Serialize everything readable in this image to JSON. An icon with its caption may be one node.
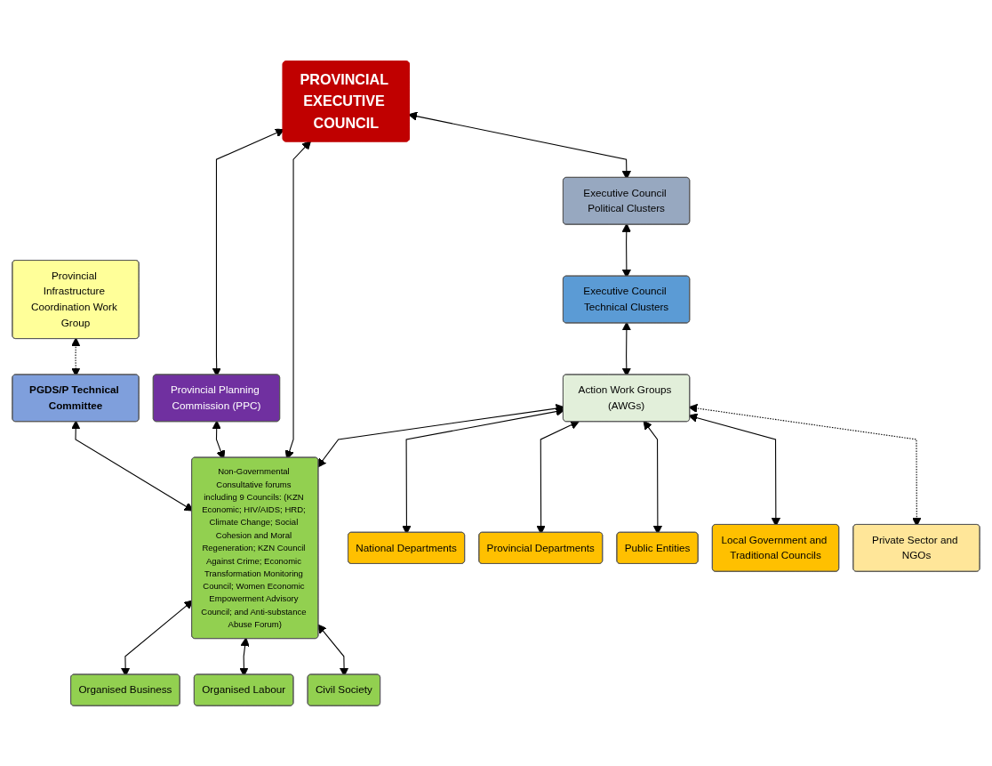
{
  "diagram": {
    "nodes": [
      {
        "text": [
          "PROVINCIAL EXECUTIVE COUNCIL"
        ]
      },
      {
        "text": [
          "Executive Council Political Clusters"
        ]
      },
      {
        "text": [
          "Executive Council Technical Clusters"
        ]
      },
      {
        "text": [
          "Provincial Planning Commission (PPC)"
        ]
      },
      {
        "text": [
          "Provincial Infrastructure Coordination Work Group"
        ]
      },
      {
        "text": [
          "PGDS/P Technical Committee"
        ]
      },
      {
        "text": [
          "Non-Governmental Consultative forums including 9 Councils: (KZN Economic; HIV/AIDS; HRD; Climate Change; Social Cohesion and Moral Regeneration; KZN Council Against Crime; Economic Transformation Monitoring Council; Women Economic Empowerment Advisory Council; and Anti-substance Abuse Forum)"
        ]
      },
      {
        "text": [
          "Action Work Groups (AWGs)"
        ]
      },
      {
        "text": [
          "National Departments"
        ]
      },
      {
        "text": [
          "Provincial Departments"
        ]
      },
      {
        "text": [
          "Public Entities"
        ]
      },
      {
        "text": [
          "Local Government and Traditional Councils"
        ]
      },
      {
        "text": [
          "Private Sector and NGOs"
        ]
      },
      {
        "text": [
          "Organised Business"
        ]
      },
      {
        "text": [
          "Organised Labour"
        ]
      },
      {
        "text": [
          "Civil Society"
        ]
      }
    ],
    "edges": [
      {
        "from": 0,
        "to": 1,
        "arrow": "both"
      },
      {
        "from": 1,
        "to": 2,
        "arrow": "both"
      },
      {
        "from": 2,
        "to": 7,
        "arrow": "both"
      },
      {
        "from": 4,
        "to": 5,
        "arrow": "both",
        "style": "dashed"
      },
      {
        "from": 5,
        "to": 6,
        "arrow": "both"
      },
      {
        "from": 0,
        "to": 3,
        "arrow": "both"
      },
      {
        "from": 3,
        "to": 6,
        "arrow": "both"
      },
      {
        "from": 0,
        "to": 6,
        "arrow": "both"
      },
      {
        "from": 7,
        "to": 6,
        "arrow": "both"
      },
      {
        "from": 7,
        "to": 8,
        "arrow": "both"
      },
      {
        "from": 7,
        "to": 9,
        "arrow": "both"
      },
      {
        "from": 7,
        "to": 10,
        "arrow": "both"
      },
      {
        "from": 7,
        "to": 11,
        "arrow": "both"
      },
      {
        "from": 7,
        "to": 12,
        "arrow": "both",
        "style": "dashed"
      },
      {
        "from": 6,
        "to": 13,
        "arrow": "both"
      },
      {
        "from": 6,
        "to": 14,
        "arrow": "both"
      },
      {
        "from": 6,
        "to": 15,
        "arrow": "both"
      }
    ]
  }
}
